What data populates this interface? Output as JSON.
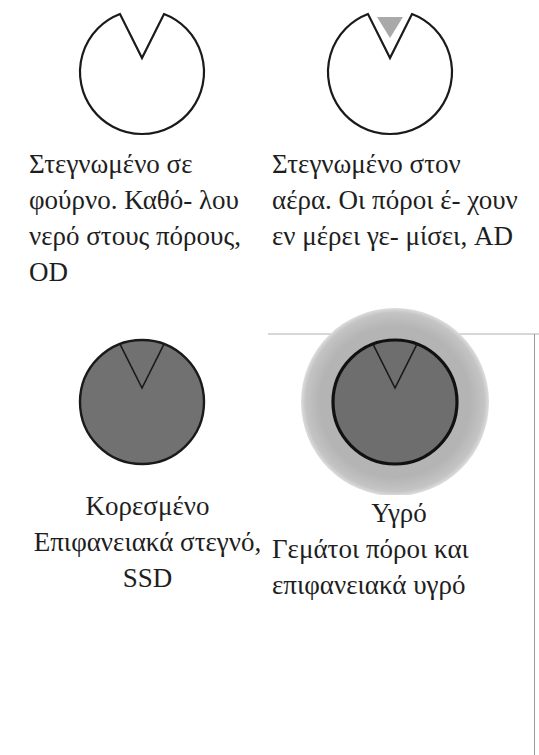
{
  "diagram": {
    "nodes": [
      {
        "text": [
          "Στεγνωμένο σε φούρνο. Καθό- λου νερό στους πόρους, OD"
        ]
      },
      {
        "text": [
          "Στεγνωμένο στον αέρα. Οι πόροι έ- χουν εν μέρει γε- μίσει, AD"
        ]
      },
      {
        "text": [
          "Κορεσμένο Επιφανειακά στεγνό, SSD"
        ]
      },
      {
        "text": [
          "Υγρό",
          "Γεμάτοι πόροι και επιφανειακά υγρό"
        ]
      }
    ]
  }
}
